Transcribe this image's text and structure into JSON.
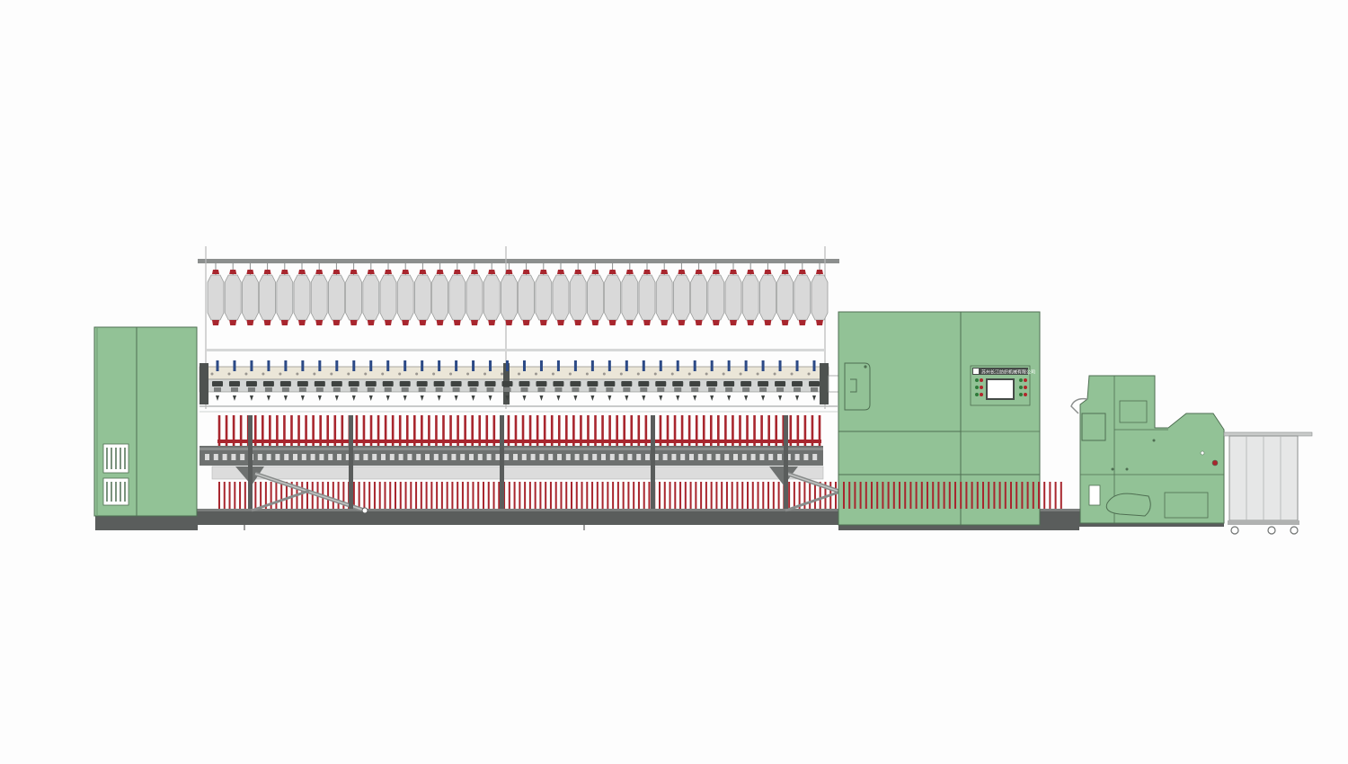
{
  "panel": {
    "label": "苏州长江纺织机械有限公司"
  },
  "colors": {
    "background": "#fdfdfd",
    "cabinet_green": "#92c296",
    "cabinet_stroke": "#4f6f52",
    "steel_gray": "#6e7170",
    "dark_gray": "#5a5d5c",
    "light_gray": "#dcdcdc",
    "roving_gray": "#d9d9d9",
    "bobbin_red": "#a8262e",
    "spindle_blue": "#2c4a86",
    "screen_fill": "#ffffff",
    "panel_dark": "#454a47"
  },
  "machine": {
    "roving_bobbins": 36,
    "drafting_heads": 36,
    "spindles": 84,
    "conveyor_pegs": 120
  }
}
